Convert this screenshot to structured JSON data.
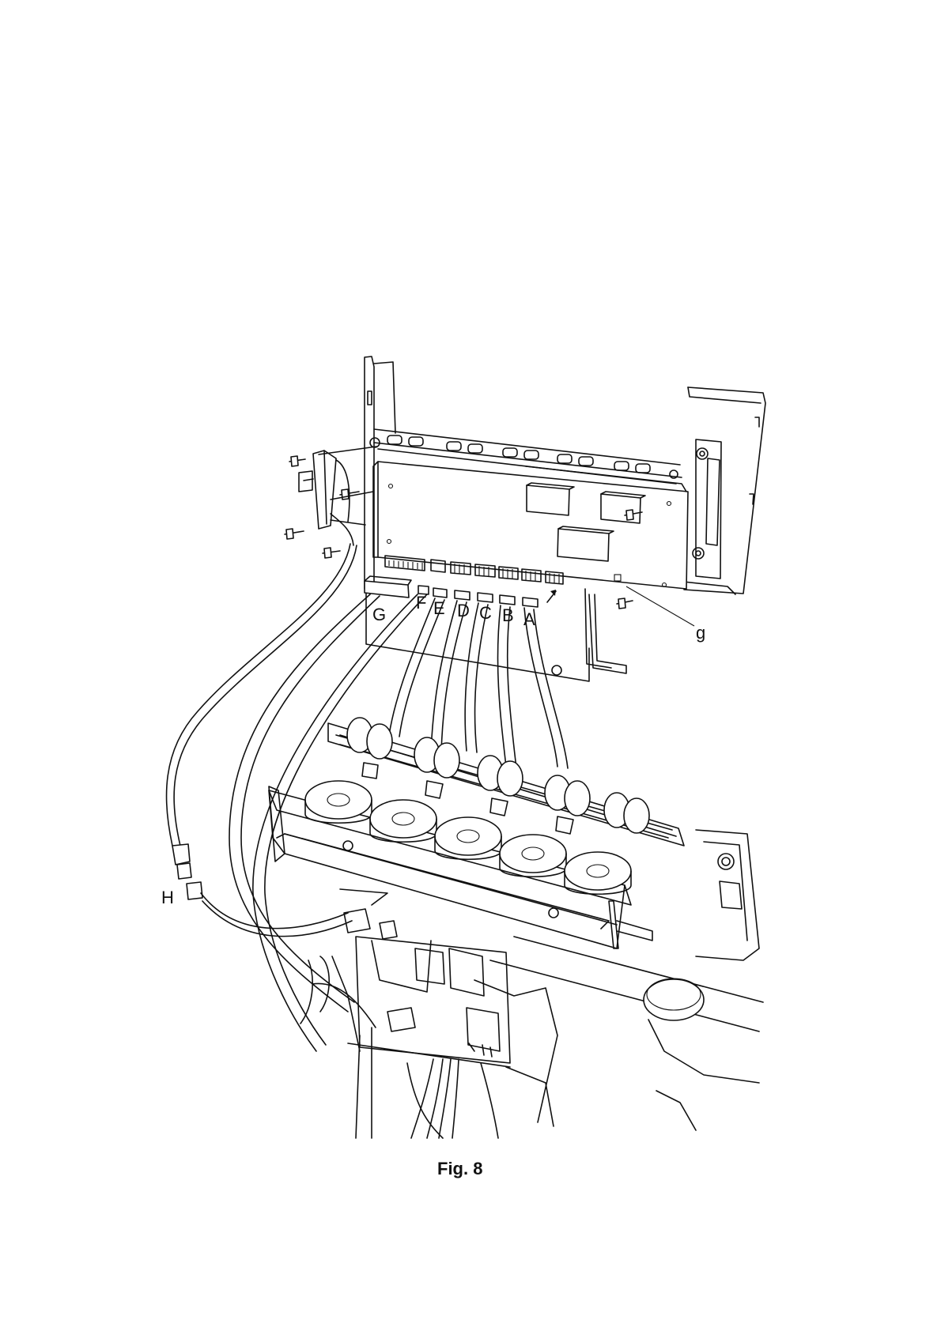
{
  "figure": {
    "caption": "Fig. 8",
    "labels": {
      "G": "G",
      "F": "F",
      "E": "E",
      "D": "D",
      "C": "C",
      "B": "B",
      "A": "A",
      "g": "g",
      "H": "H"
    }
  }
}
